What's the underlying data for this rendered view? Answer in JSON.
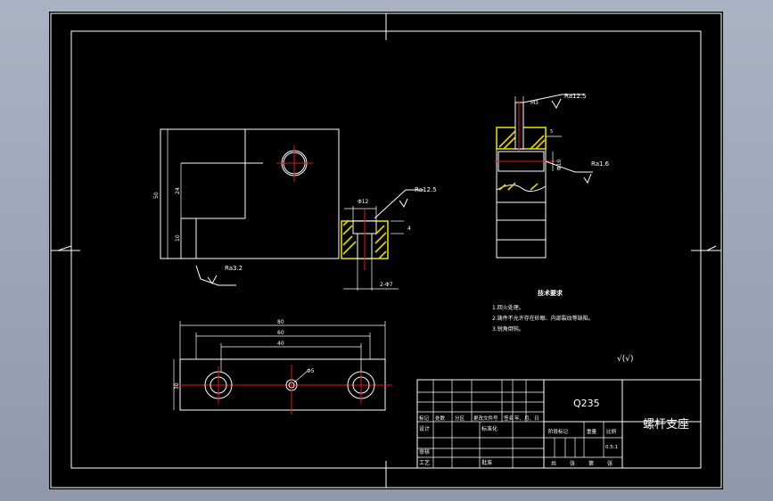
{
  "drawing": {
    "front_view": {
      "dims": [
        "50",
        "24",
        "10"
      ],
      "roughness": "Ra3.2",
      "section_roughness": "Ra12.5",
      "section_dims": [
        "Φ12",
        "4",
        "2-Φ7"
      ]
    },
    "side_view": {
      "roughness_top": "Ra12.5",
      "roughness_side": "Ra1.6",
      "dims": [
        "M3",
        "5",
        "Φ10"
      ]
    },
    "top_view": {
      "dims": [
        "80",
        "60",
        "40",
        "30"
      ],
      "center_hole": "Φ5"
    },
    "tech_req": {
      "title": "技术要求",
      "items": [
        "1.回火处理。",
        "2.铸件不允许存在砂眼、内部裂纹等缺陷。",
        "3.锐角倒钝。"
      ]
    },
    "roughness_general": "√(√)",
    "title_block": {
      "material": "Q235",
      "part_name": "螺杆支座",
      "header_row": [
        "标记",
        "处数",
        "分区",
        "更改文件号",
        "签名",
        "年、月、日"
      ],
      "rows": [
        "设计",
        "审核",
        "工艺"
      ],
      "standardize": "标准化",
      "approve": "批准",
      "stage_labels": [
        "阶段标记",
        "重量",
        "比例"
      ],
      "scale": "0.5:1",
      "sheets": [
        "共",
        "张",
        "第",
        "张"
      ]
    }
  },
  "colors": {
    "background": "#000000",
    "line": "#ffffff",
    "center_line": "#e8141e",
    "hatch": "#e6d600",
    "outer": "#9aa4b4"
  }
}
